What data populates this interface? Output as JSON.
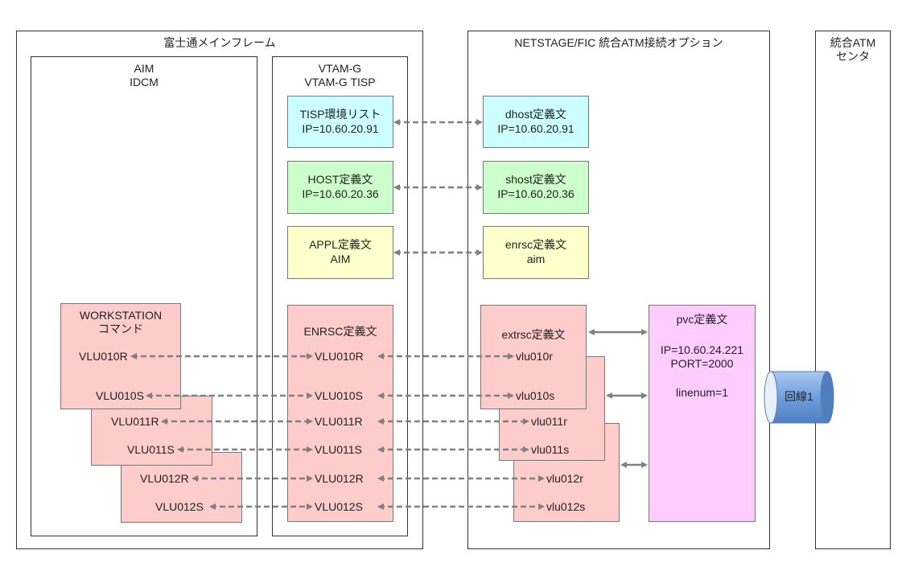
{
  "frames": {
    "mainframe": "富士通メインフレーム",
    "aim": [
      "AIM",
      "IDCM"
    ],
    "vtam": [
      "VTAM-G",
      "VTAM-G TISP"
    ],
    "netstage": "NETSTAGE/FIC 統合ATM接続オプション",
    "center": [
      "統合ATM",
      "センタ"
    ]
  },
  "vtam_boxes": {
    "tisp": [
      "TISP環境リスト",
      "IP=10.60.20.91"
    ],
    "host": [
      "HOST定義文",
      "IP=10.60.20.36"
    ],
    "appl": [
      "APPL定義文",
      "AIM"
    ],
    "enrsc": "ENRSC定義文"
  },
  "net_boxes": {
    "dhost": [
      "dhost定義文",
      "IP=10.60.20.91"
    ],
    "shost": [
      "shost定義文",
      "IP=10.60.20.36"
    ],
    "enrsc": [
      "enrsc定義文",
      "aim"
    ],
    "extrsc": "extrsc定義文"
  },
  "workstation": [
    "WORKSTATION",
    "コマンド"
  ],
  "ws_labels": [
    "VLU010R",
    "VLU010S",
    "VLU011R",
    "VLU011S",
    "VLU012R",
    "VLU012S"
  ],
  "enrsc_labels": [
    "VLU010R",
    "VLU010S",
    "VLU011R",
    "VLU011S",
    "VLU012R",
    "VLU012S"
  ],
  "ext_labels": [
    "vlu010r",
    "vlu010s",
    "vlu011r",
    "vlu011s",
    "vlu012r",
    "vlu012s"
  ],
  "pvc": {
    "title": "pvc定義文",
    "ip": "IP=10.60.24.221",
    "port": "PORT=2000",
    "linenum": "linenum=1"
  },
  "line": "回線1",
  "colors": {
    "cyan": "#ccffff",
    "green": "#ccffcc",
    "yellow": "#ffffcc",
    "pink": "#ffcccc",
    "violet": "#ffccff",
    "cylinder": "#6f9fe0",
    "arrow": "#808080"
  }
}
